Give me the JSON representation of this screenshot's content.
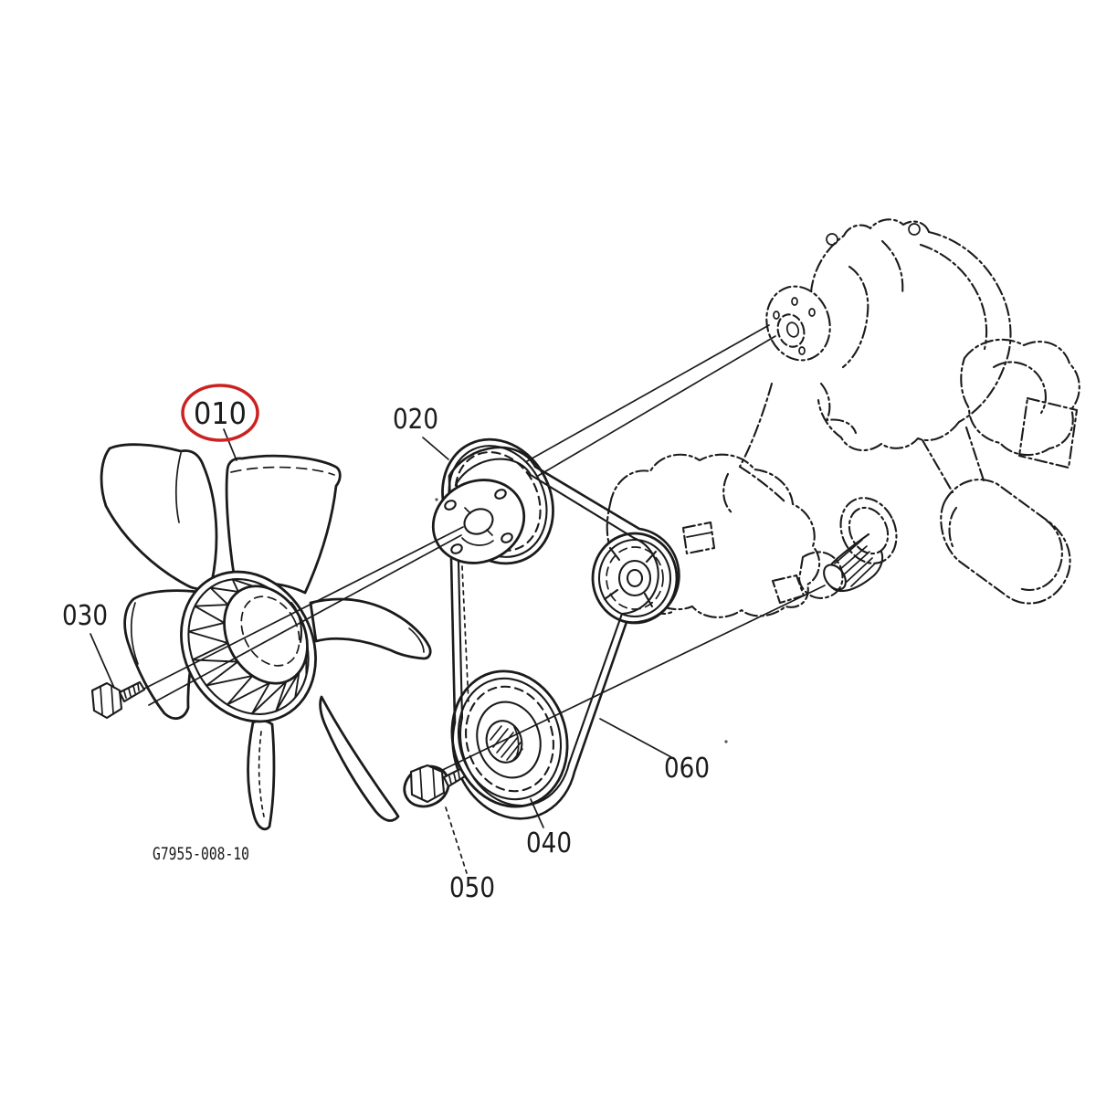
{
  "diagram": {
    "drawing_number": "G7955-008-10",
    "paper_color": "#ffffff",
    "ink_color": "#1b1b1b",
    "highlight_color": "#cc2121",
    "callouts": [
      {
        "label": "010",
        "highlighted": true
      },
      {
        "label": "020",
        "highlighted": false
      },
      {
        "label": "030",
        "highlighted": false
      },
      {
        "label": "040",
        "highlighted": false
      },
      {
        "label": "050",
        "highlighted": false
      },
      {
        "label": "060",
        "highlighted": false
      }
    ]
  }
}
